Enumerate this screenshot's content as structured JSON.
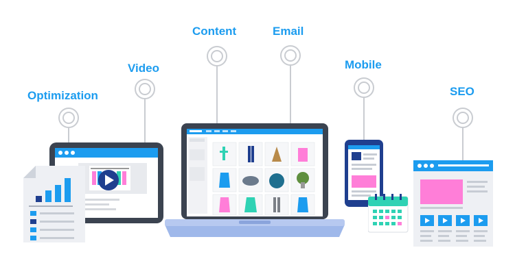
{
  "labels": {
    "optimization": "Optimization",
    "video": "Video",
    "content": "Content",
    "email": "Email",
    "mobile": "Mobile",
    "seo": "SEO"
  },
  "icons": [
    "circle-pin-icon",
    "play-icon",
    "bar-chart-icon",
    "calendar-icon",
    "laptop-icon",
    "phone-icon",
    "browser-window-icon",
    "document-icon",
    "monitor-icon"
  ],
  "colors": {
    "accent": "#1c9cef",
    "pink": "#ff7ed8",
    "dark": "#3b4350",
    "navy": "#1f3f8f",
    "teal": "#2fd2b4",
    "page": "#ffffff"
  }
}
